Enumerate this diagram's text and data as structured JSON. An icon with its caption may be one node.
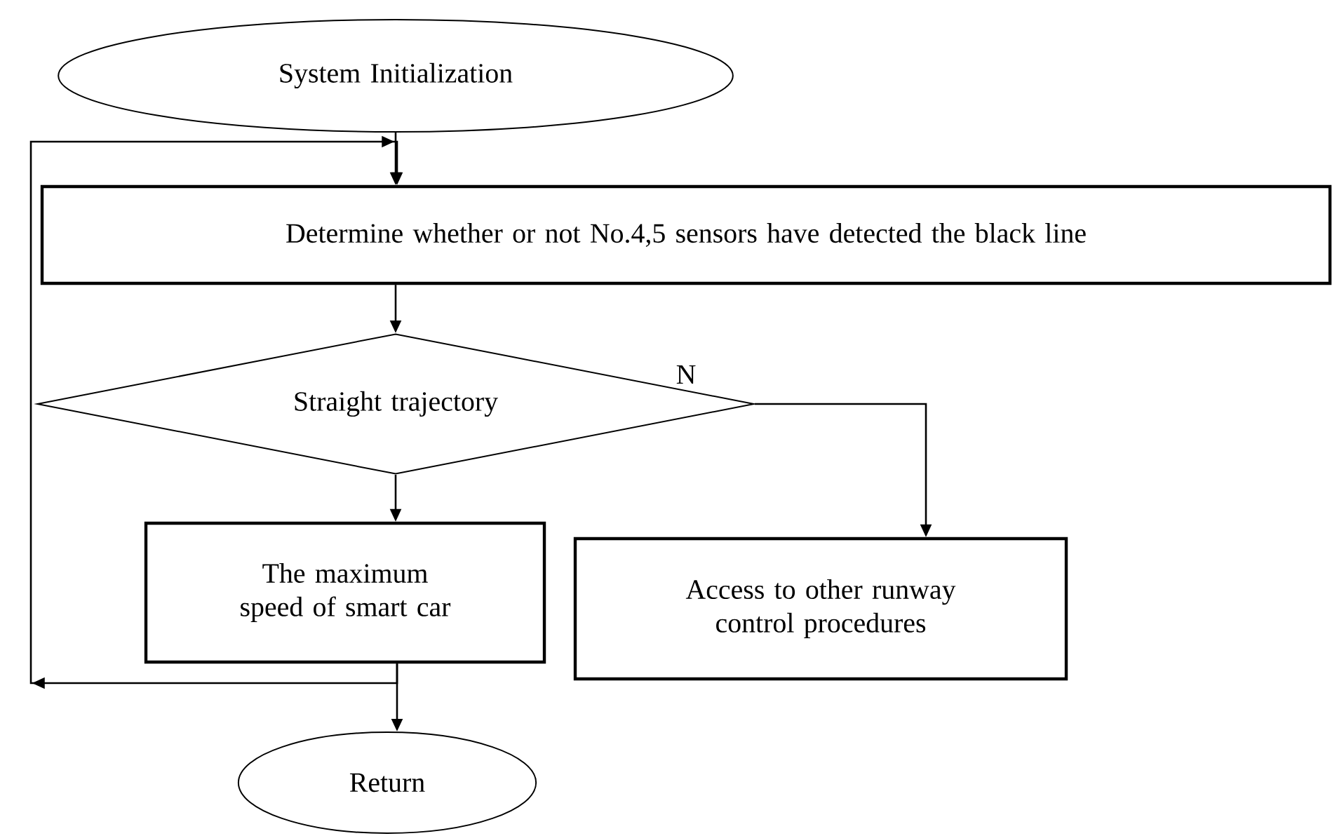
{
  "diagram": {
    "nodes": [
      {
        "text": [
          "System Initialization"
        ]
      },
      {
        "text": [
          "Determine whether or not No.4,5 sensors have detected the black line"
        ]
      },
      {
        "text": [
          "Straight trajectory"
        ]
      },
      {
        "text": [
          "The maximum speed of smart car"
        ]
      },
      {
        "text": [
          "Access to other runway control procedures"
        ]
      },
      {
        "text": [
          "Return"
        ]
      }
    ],
    "edges": [
      {
        "from": 0,
        "to": 1,
        "arrow": "to"
      },
      {
        "from": 1,
        "to": 2,
        "arrow": "to"
      },
      {
        "from": 2,
        "to": 3,
        "arrow": "to"
      },
      {
        "from": 2,
        "to": 4,
        "arrow": "to",
        "label": "N"
      },
      {
        "from": 3,
        "to": 5,
        "arrow": "to"
      },
      {
        "from": 3,
        "to": 1,
        "arrow": "to"
      }
    ]
  }
}
